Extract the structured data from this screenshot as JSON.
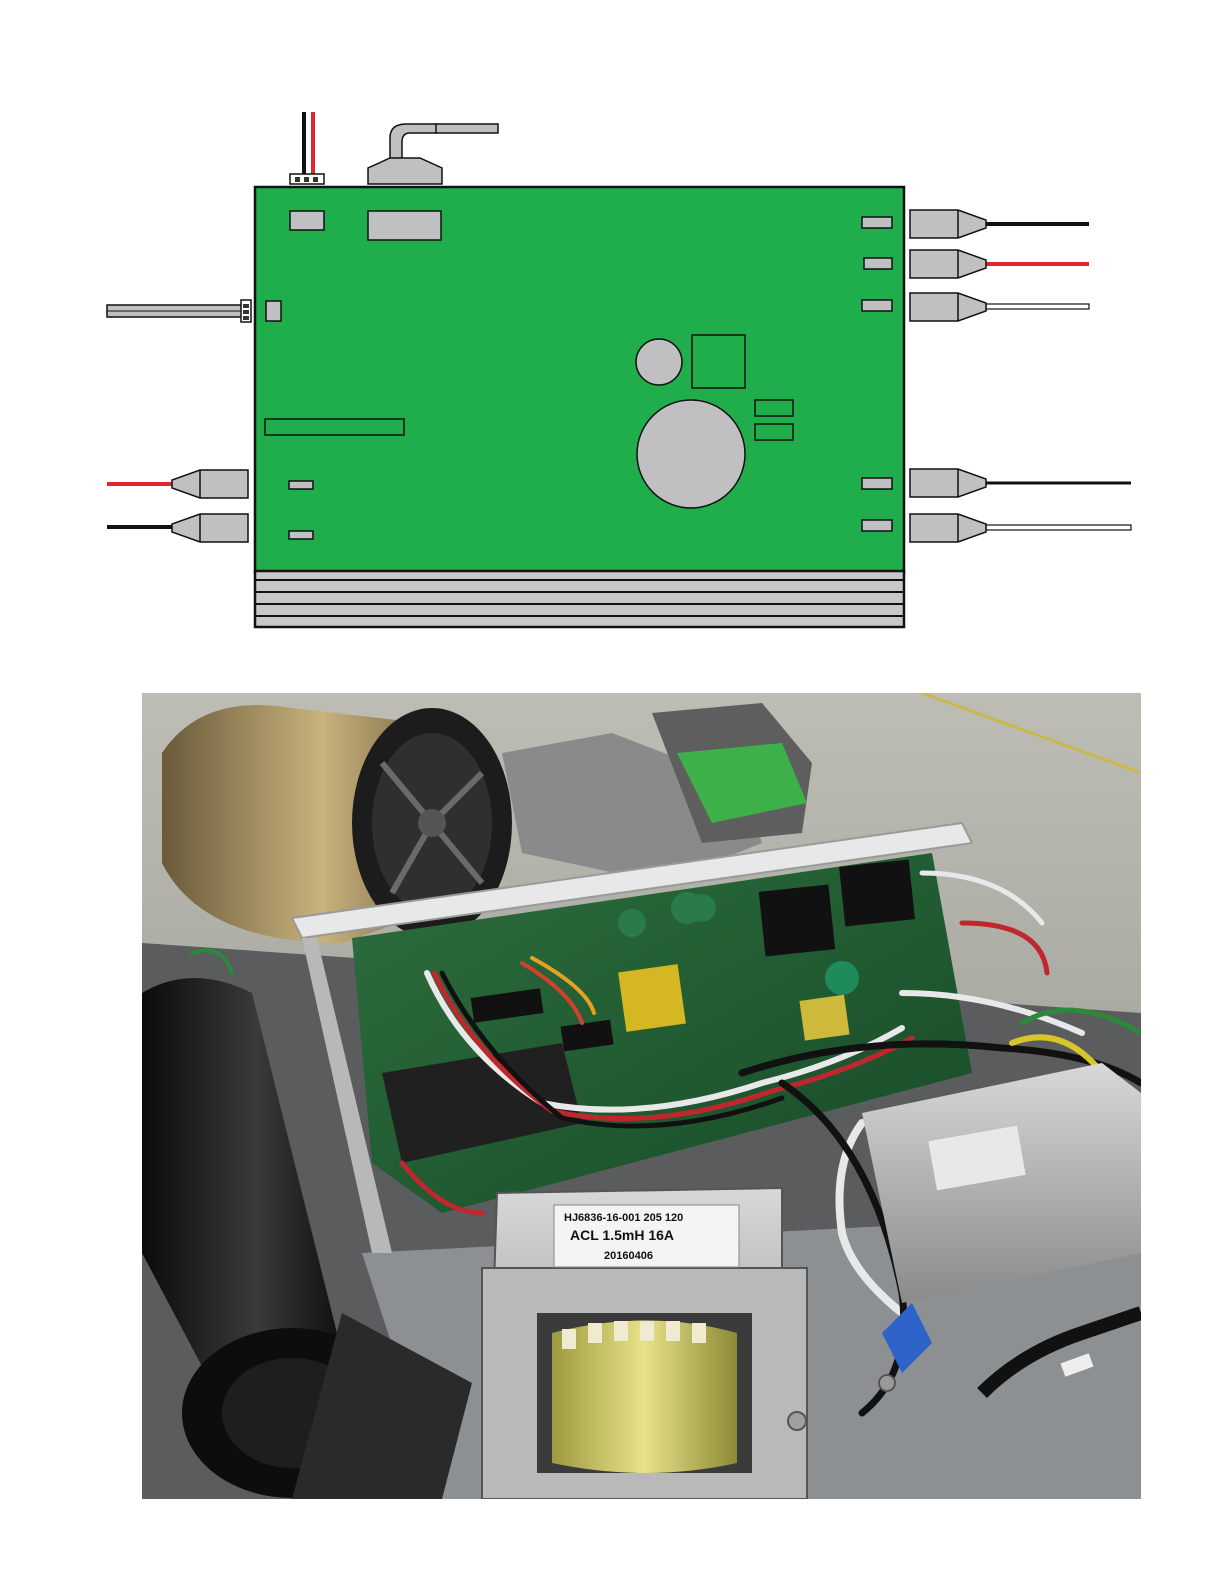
{
  "diagram": {
    "colors": {
      "board": "#1fae4b",
      "component": "#c0c0c2",
      "outline": "#111111",
      "wire_black": "#111111",
      "wire_red": "#e1262e",
      "wire_white": "#ffffff",
      "heatsink": "#c8c8ca"
    }
  },
  "photo": {
    "transformer_label": {
      "line1": "HJ6836-16-001  205  120",
      "line2": "ACL  1.5mH  16A",
      "line3": "20160406"
    }
  }
}
